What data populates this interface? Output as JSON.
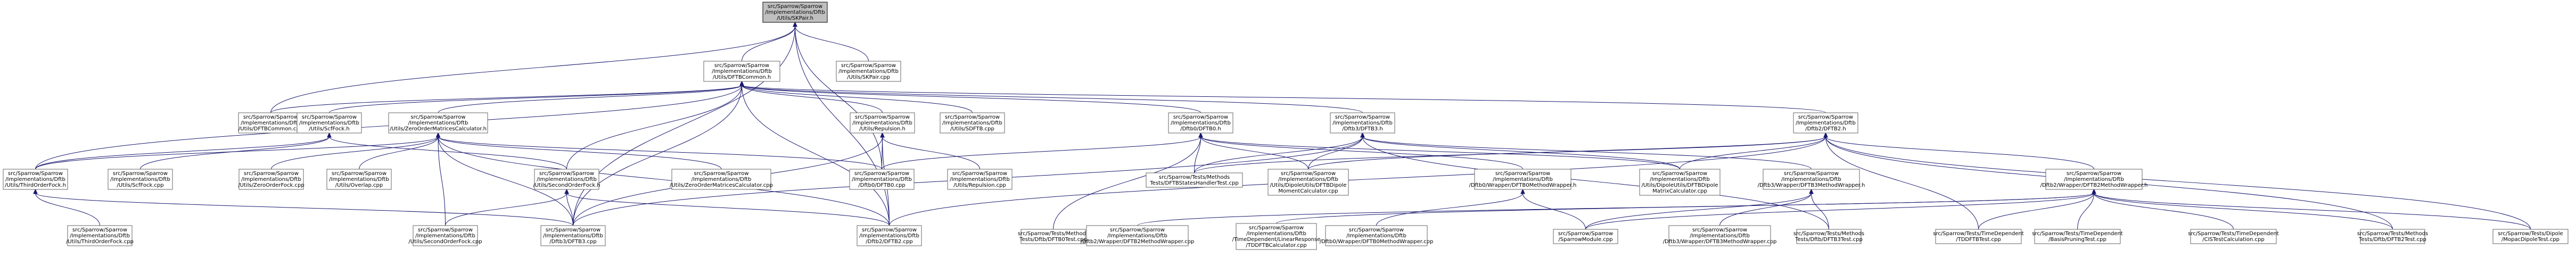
{
  "nodes": {
    "skpair_h": [
      "src/Sparrow/Sparrow",
      "/Implementations/Dftb",
      "/Utils/SKPair.h"
    ],
    "dftbcommon_h": [
      "src/Sparrow/Sparrow",
      "/Implementations/Dftb",
      "/Utils/DFTBCommon.h"
    ],
    "skpair_cpp": [
      "src/Sparrow/Sparrow",
      "/Implementations/Dftb",
      "/Utils/SKPair.cpp"
    ],
    "dftbcommon_cpp": [
      "src/Sparrow/Sparrow",
      "/Implementations/Dftb",
      "/Utils/DFTBCommon.cpp"
    ],
    "scfock_h": [
      "src/Sparrow/Sparrow",
      "/Implementations/Dftb",
      "/Utils/ScfFock.h"
    ],
    "zeroorder_h": [
      "src/Sparrow/Sparrow",
      "/Implementations/Dftb",
      "/Utils/ZeroOrderMatricesCalculator.h"
    ],
    "repulsion_h": [
      "src/Sparrow/Sparrow",
      "/Implementations/Dftb",
      "/Utils/Repulsion.h"
    ],
    "sdftb_cpp": [
      "src/Sparrow/Sparrow",
      "/Implementations/Dftb",
      "/Utils/SDFTB.cpp"
    ],
    "dftb0_h": [
      "src/Sparrow/Sparrow",
      "/Implementations/Dftb",
      "/Dftb0/DFTB0.h"
    ],
    "dftb3_h": [
      "src/Sparrow/Sparrow",
      "/Implementations/Dftb",
      "/Dftb3/DFTB3.h"
    ],
    "dftb2_h": [
      "src/Sparrow/Sparrow",
      "/Implementations/Dftb",
      "/Dftb2/DFTB2.h"
    ],
    "thirdorder_h": [
      "src/Sparrow/Sparrow",
      "/Implementations/Dftb",
      "/Utils/ThirdOrderFock.h"
    ],
    "scffock_cpp": [
      "src/Sparrow/Sparrow",
      "/Implementations/Dftb",
      "/Utils/ScfFock.cpp"
    ],
    "zeroorderfock_cpp": [
      "src/Sparrow/Sparrow",
      "/Implementations/Dftb",
      "/Utils/ZeroOrderFock.cpp"
    ],
    "overlap_cpp": [
      "src/Sparrow/Sparrow",
      "/Implementations/Dftb",
      "/Utils/Overlap.cpp"
    ],
    "secondorder_h": [
      "src/Sparrow/Sparrow",
      "/Implementations/Dftb",
      "/Utils/SecondOrderFock.h"
    ],
    "zeroordercalc_cpp": [
      "src/Sparrow/Sparrow",
      "/Implementations/Dftb",
      "/Utils/ZeroOrderMatricesCalculator.cpp"
    ],
    "dftb0_cpp": [
      "src/Sparrow/Sparrow",
      "/Implementations/Dftb",
      "/Dftb0/DFTB0.cpp"
    ],
    "repulsion_cpp": [
      "src/Sparrow/Sparrow",
      "/Implementations/Dftb",
      "/Utils/Repulsion.cpp"
    ],
    "dftbstates_test": [
      "src/Sparrow/Tests/Methods",
      "Tests/DFTBStatesHandlerTest.cpp"
    ],
    "dipolecalc_cpp": [
      "src/Sparrow/Sparrow",
      "/Implementations/Dftb",
      "/Utils/DipoleUtils/DFTBDipole",
      "MomentCalculator.cpp"
    ],
    "dipolematrix_cpp": [
      "src/Sparrow/Sparrow",
      "/Implementations/Dftb",
      "/Utils/DipoleUtils/DFTBDipole",
      "MatrixCalculator.cpp"
    ],
    "dftb0wrapper_h": [
      "src/Sparrow/Sparrow",
      "/Implementations/Dftb",
      "/Dftb0/Wrapper/DFTB0MethodWrapper.h"
    ],
    "dftb3wrapper_h": [
      "src/Sparrow/Sparrow",
      "/Implementations/Dftb",
      "/Dftb3/Wrapper/DFTB3MethodWrapper.h"
    ],
    "dftb2wrapper_h": [
      "src/Sparrow/Sparrow",
      "/Implementations/Dftb",
      "/Dftb2/Wrapper/DFTB2MethodWrapper.h"
    ],
    "thirdorder_cpp": [
      "src/Sparrow/Sparrow",
      "/Implementations/Dftb",
      "/Utils/ThirdOrderFock.cpp"
    ],
    "secondorder_cpp": [
      "src/Sparrow/Sparrow",
      "/Implementations/Dftb",
      "/Utils/SecondOrderFock.cpp"
    ],
    "dftb3_cpp": [
      "src/Sparrow/Sparrow",
      "/Implementations/Dftb",
      "/Dftb3/DFTB3.cpp"
    ],
    "dftb2_cpp": [
      "src/Sparrow/Sparrow",
      "/Implementations/Dftb",
      "/Dftb2/DFTB2.cpp"
    ],
    "dftb0test_cpp": [
      "src/Sparrow/Tests/Methods",
      "Tests/Dftb/DFTB0Test.cpp"
    ],
    "dftb2wrapper_cpp": [
      "src/Sparrow/Sparrow",
      "/Implementations/Dftb",
      "/Dftb2/Wrapper/DFTB2MethodWrapper.cpp"
    ],
    "tdlinear_cpp": [
      "src/Sparrow/Sparrow",
      "/Implementations/Dftb",
      "/TimeDependent/LinearResponse",
      "/TDDFTBCalculator.cpp"
    ],
    "dftb0wrapper_cpp": [
      "src/Sparrow/Sparrow",
      "/Implementations/Dftb",
      "/Dftb0/Wrapper/DFTB0MethodWrapper.cpp"
    ],
    "sparrowmodule_cpp": [
      "src/Sparrow/Sparrow",
      "/SparrowModule.cpp"
    ],
    "dftb3wrapper_cpp": [
      "src/Sparrow/Sparrow",
      "/Implementations/Dftb",
      "/Dftb3/Wrapper/DFTB3MethodWrapper.cpp"
    ],
    "dftb3test_cpp": [
      "src/Sparrow/Tests/Methods",
      "Tests/Dftb/DFTB3Test.cpp"
    ],
    "tddftbtest_cpp": [
      "src/Sparrow/Tests/TimeDependent",
      "/TDDFTBTest.cpp"
    ],
    "basispruning_cpp": [
      "src/Sparrow/Tests/TimeDependent",
      "/BasisPruningTest.cpp"
    ],
    "cistest_cpp": [
      "src/Sparrow/Tests/TimeDependent",
      "/CISTestCalculation.cpp"
    ],
    "dftb2test_cpp": [
      "src/Sparrow/Tests/Methods",
      "Tests/Dftb/DFTB2Test.cpp"
    ],
    "mopacdipole_cpp": [
      "src/Sparrow/Tests/Dipole",
      "/MopacDipoleTest.cpp"
    ]
  }
}
